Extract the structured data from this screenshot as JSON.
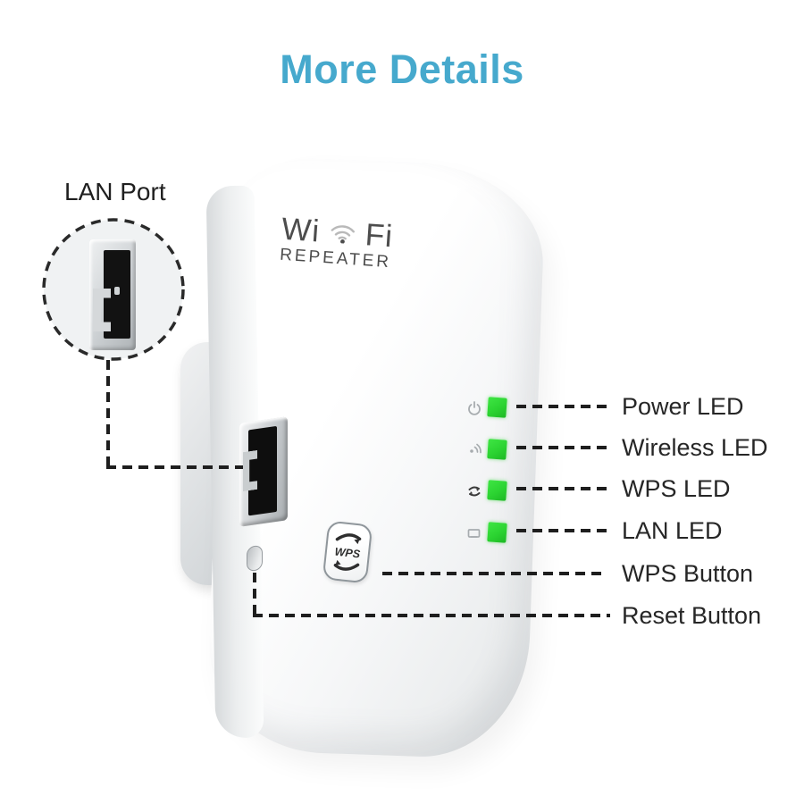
{
  "title": {
    "text": "More Details"
  },
  "colors": {
    "title_blue": "#46a9cd",
    "led_green": "#2bd331",
    "dashed_line": "#1e1e1e",
    "label_text": "#262626"
  },
  "device": {
    "logo": {
      "wi": "Wi",
      "fi": "Fi",
      "sub": "REPEATER",
      "center_icon": "wifi-arcs-icon"
    },
    "wps_button": {
      "label": "WPS",
      "icon": "sync-arrows-icon"
    },
    "side_features": [
      "lan-ethernet-port",
      "reset-pin-hole"
    ],
    "led_panel": [
      {
        "name": "power-led",
        "icon": "power-icon",
        "state": "on"
      },
      {
        "name": "wireless-led",
        "icon": "wireless-signal-icon",
        "state": "on"
      },
      {
        "name": "wps-led",
        "icon": "sync-arrows-icon",
        "state": "on"
      },
      {
        "name": "lan-led",
        "icon": "ethernet-icon",
        "state": "on"
      }
    ]
  },
  "callouts": {
    "lan_port": {
      "label": "LAN Port"
    },
    "right_column": [
      {
        "label": "Power LED"
      },
      {
        "label": "Wireless LED"
      },
      {
        "label": "WPS LED"
      },
      {
        "label": "LAN LED"
      },
      {
        "label": "WPS Button"
      },
      {
        "label": "Reset Button"
      }
    ]
  }
}
